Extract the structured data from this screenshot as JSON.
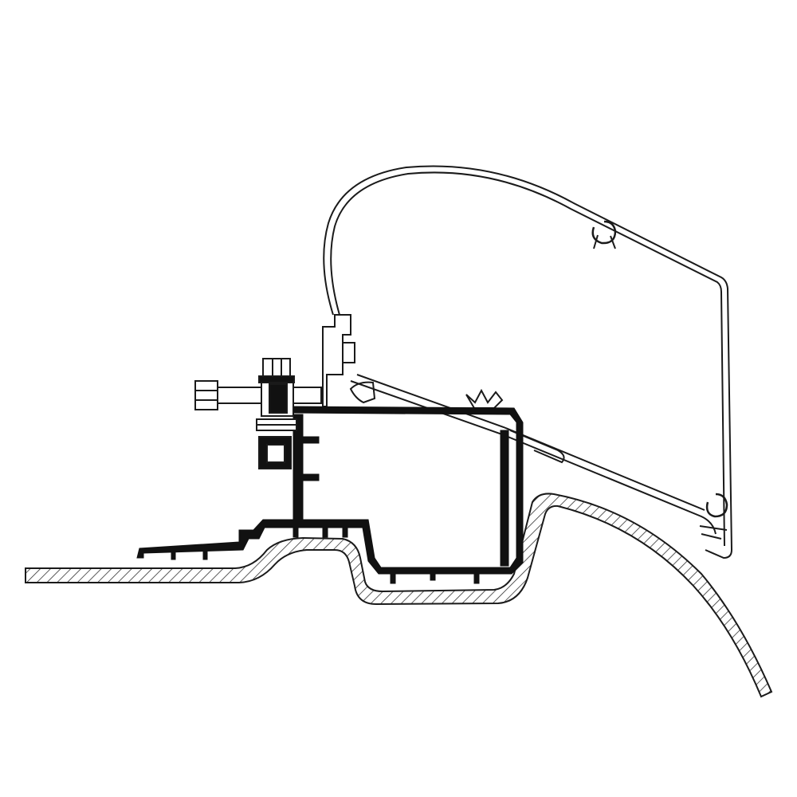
{
  "diagram": {
    "subject": "awning-adapter-cross-section",
    "colors": {
      "background": "#ffffff",
      "line": "#1a1a1a",
      "profile_fill": "#111111",
      "hatch": "#333333"
    },
    "parts": [
      "awning-cassette",
      "adapter-profile",
      "vehicle-roof",
      "bolt-assembly"
    ]
  }
}
